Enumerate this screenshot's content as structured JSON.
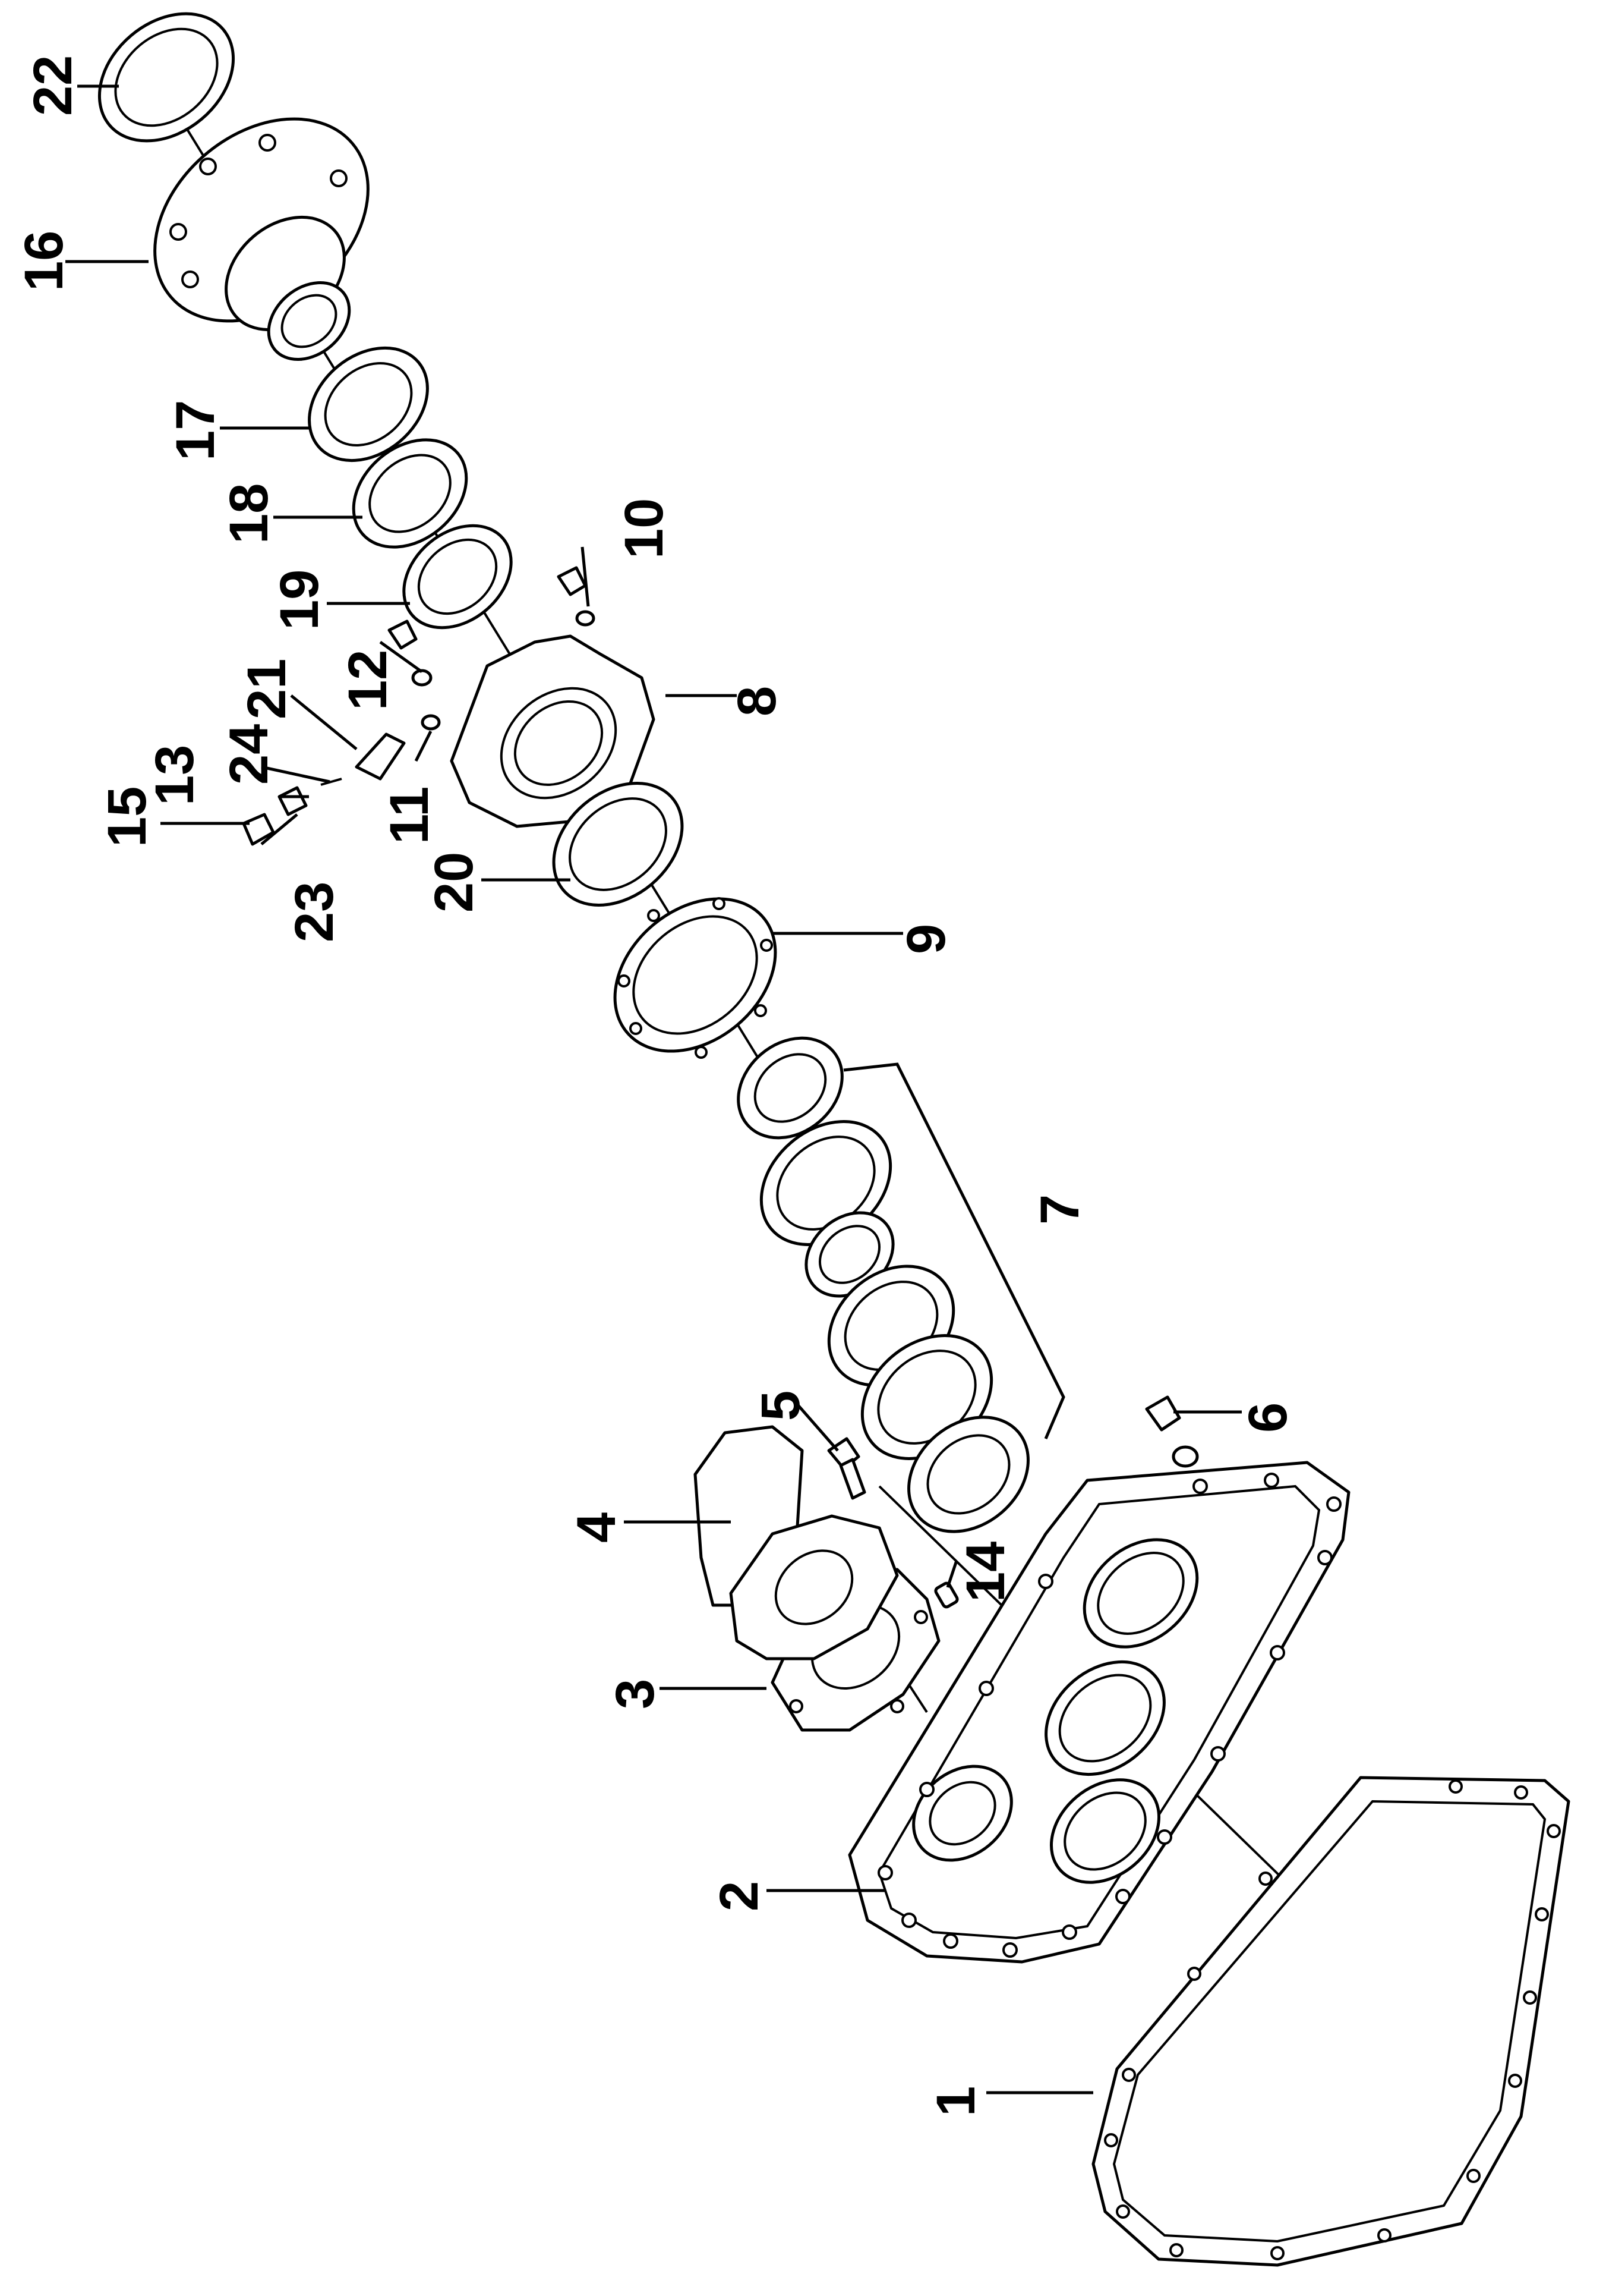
{
  "diagram": {
    "type": "exploded-parts-view",
    "callouts": [
      {
        "id": "1",
        "label": "1"
      },
      {
        "id": "2",
        "label": "2"
      },
      {
        "id": "3",
        "label": "3"
      },
      {
        "id": "4",
        "label": "4"
      },
      {
        "id": "5",
        "label": "5"
      },
      {
        "id": "6",
        "label": "6"
      },
      {
        "id": "7",
        "label": "7"
      },
      {
        "id": "8",
        "label": "8"
      },
      {
        "id": "9",
        "label": "9"
      },
      {
        "id": "10",
        "label": "10"
      },
      {
        "id": "11",
        "label": "11"
      },
      {
        "id": "12",
        "label": "12"
      },
      {
        "id": "13",
        "label": "13"
      },
      {
        "id": "14",
        "label": "14"
      },
      {
        "id": "15",
        "label": "15"
      },
      {
        "id": "16",
        "label": "16"
      },
      {
        "id": "17",
        "label": "17"
      },
      {
        "id": "18",
        "label": "18"
      },
      {
        "id": "19",
        "label": "19"
      },
      {
        "id": "20",
        "label": "20"
      },
      {
        "id": "21",
        "label": "21"
      },
      {
        "id": "22",
        "label": "22"
      },
      {
        "id": "23",
        "label": "23"
      },
      {
        "id": "24",
        "label": "24"
      }
    ]
  }
}
